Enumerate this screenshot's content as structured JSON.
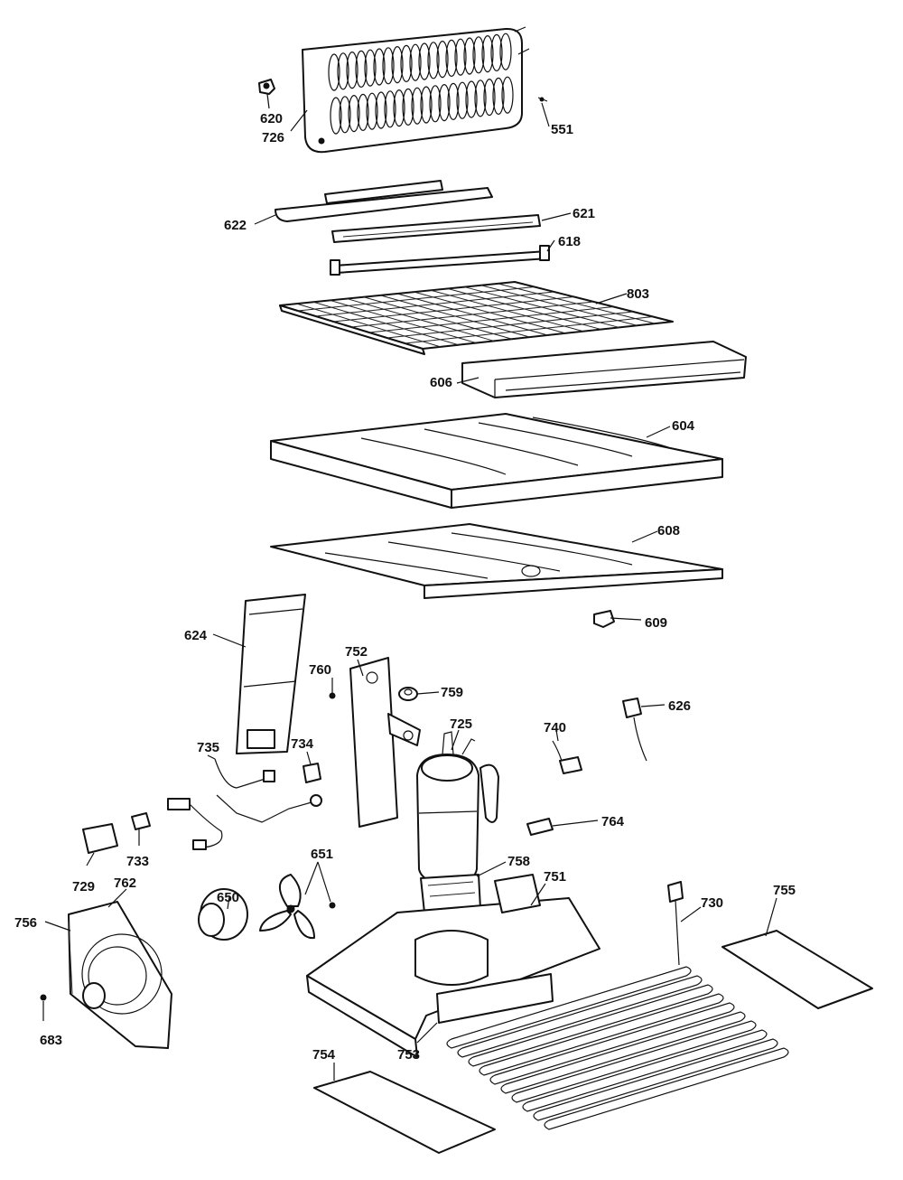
{
  "labels": {
    "p620": "620",
    "p726": "726",
    "p551": "551",
    "p622": "622",
    "p621": "621",
    "p618": "618",
    "p803": "803",
    "p606": "606",
    "p604": "604",
    "p608": "608",
    "p609": "609",
    "p624": "624",
    "p752": "752",
    "p759": "759",
    "p760": "760",
    "p725": "725",
    "p740": "740",
    "p626": "626",
    "p735": "735",
    "p734": "734",
    "p764": "764",
    "p733": "733",
    "p729": "729",
    "p762": "762",
    "p651": "651",
    "p758": "758",
    "p751": "751",
    "p730": "730",
    "p755": "755",
    "p756": "756",
    "p650": "650",
    "p683": "683",
    "p754": "754",
    "p753": "753"
  },
  "colors": {
    "ink": "#111111",
    "paper": "#ffffff"
  }
}
